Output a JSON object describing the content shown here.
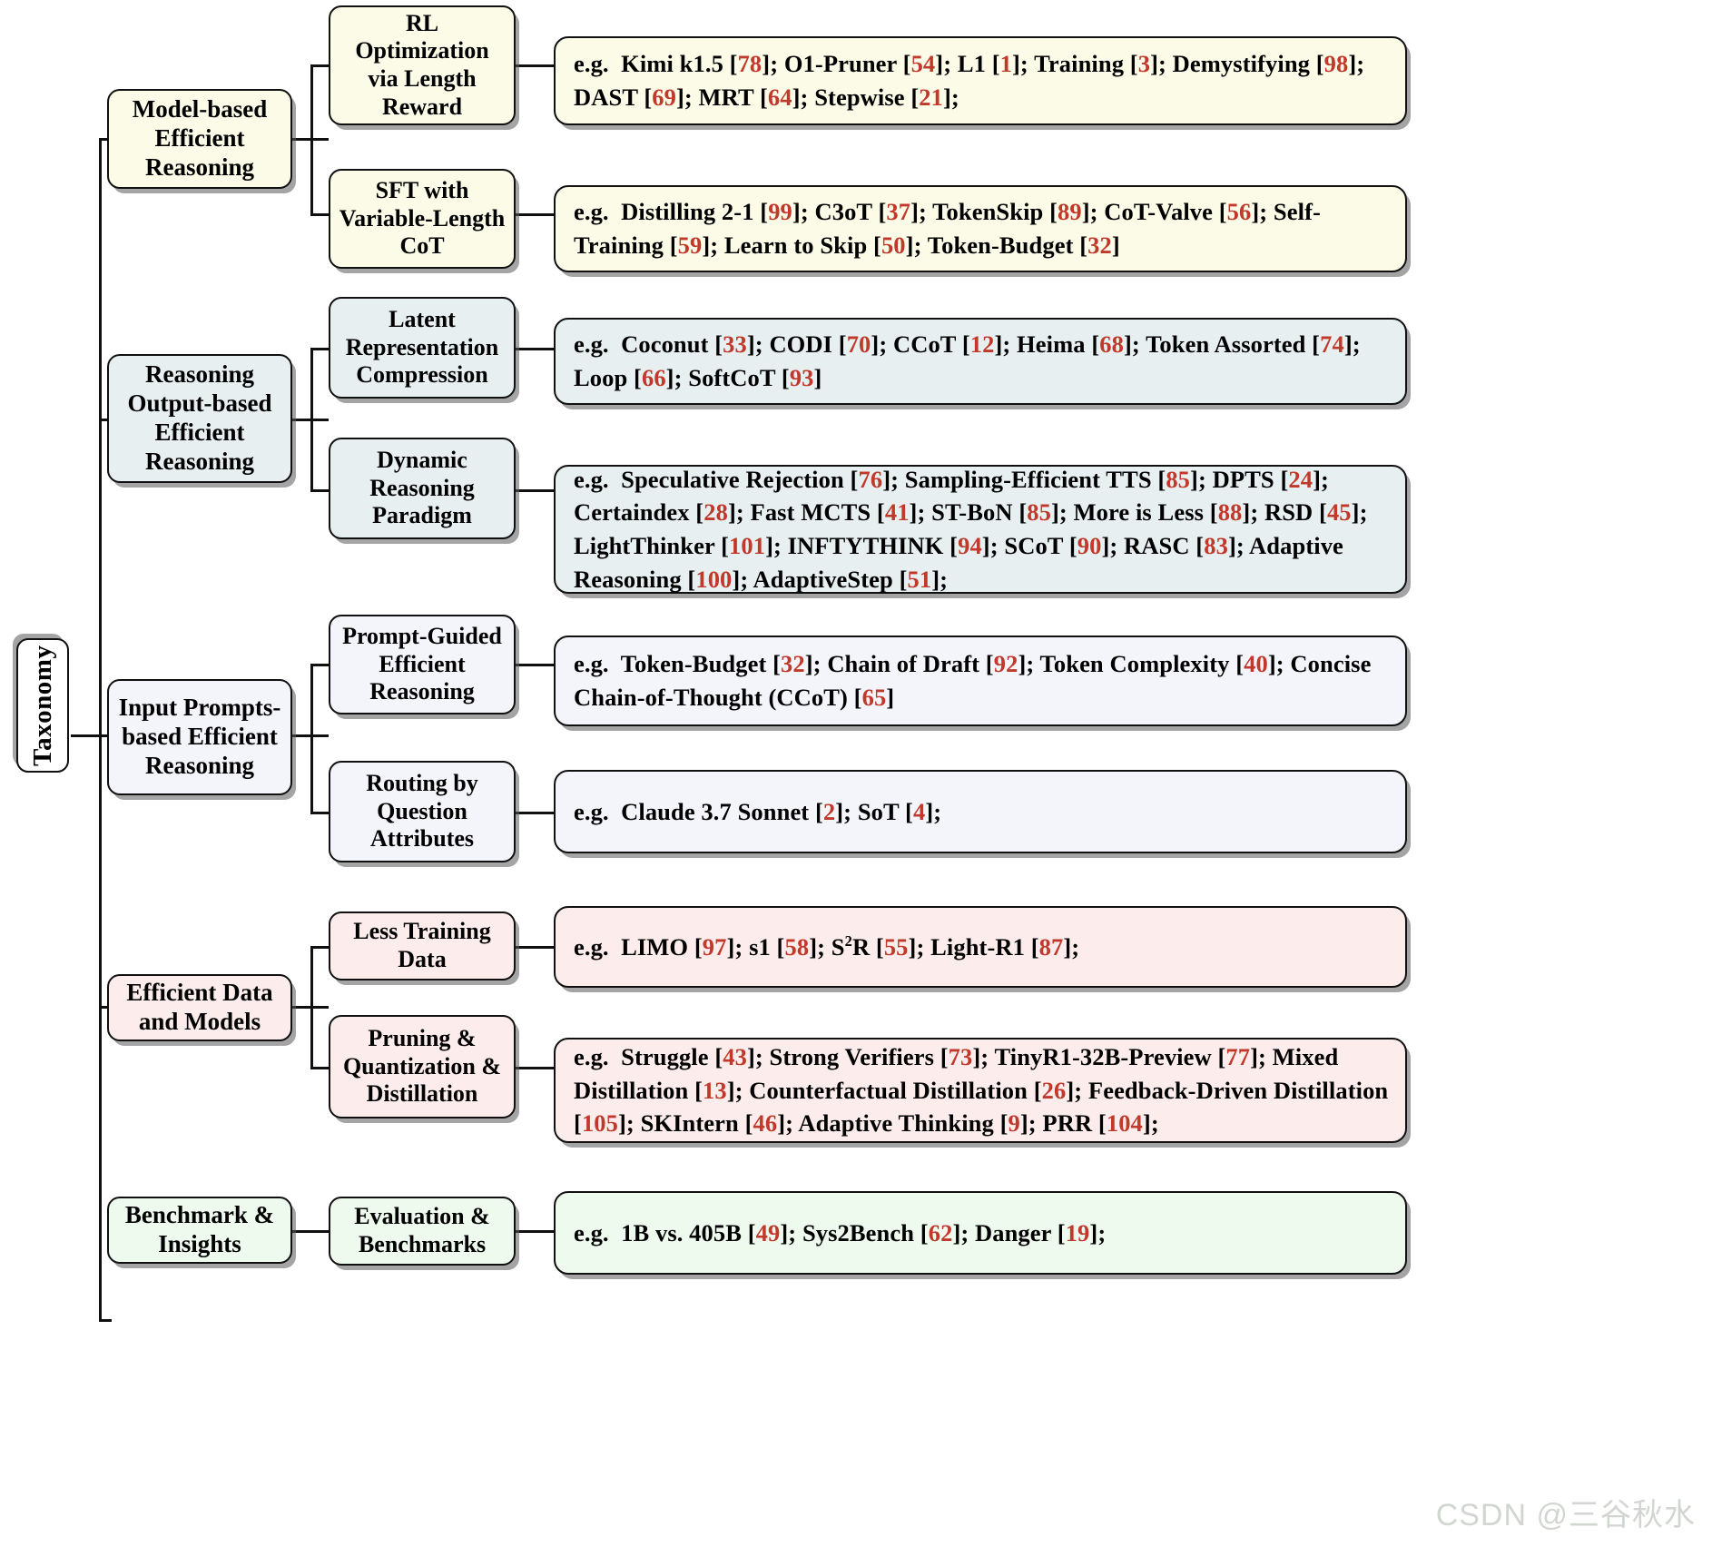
{
  "figure": {
    "root_label": "Taxonomy",
    "watermark": "CSDN @三谷秋水",
    "accent_reference_color": "#c0392b",
    "branch_colors": {
      "model_based": "#fbfbe8",
      "reasoning_output": "#e7eff1",
      "input_prompts": "#f4f4fb",
      "efficient_data": "#fceceb",
      "benchmark": "#effaef"
    }
  },
  "branches": [
    {
      "id": "model-based",
      "label": "Model-based Efficient Reasoning",
      "children": [
        {
          "id": "rl-optimization",
          "label": "RL Optimization via Length Reward",
          "content_prefix": "e.g.",
          "items": [
            {
              "name": "Kimi k1.5",
              "ref": "78"
            },
            {
              "name": "O1-Pruner",
              "ref": "54"
            },
            {
              "name": "L1",
              "ref": "1"
            },
            {
              "name": "Training",
              "ref": "3"
            },
            {
              "name": "Demystifying",
              "ref": "98"
            },
            {
              "name": "DAST",
              "ref": "69"
            },
            {
              "name": "MRT",
              "ref": "64"
            },
            {
              "name": "Stepwise",
              "ref": "21"
            }
          ]
        },
        {
          "id": "sft-variable-length",
          "label": "SFT with Variable-Length CoT",
          "content_prefix": "e.g.",
          "items": [
            {
              "name": "Distilling 2-1",
              "ref": "99"
            },
            {
              "name": "C3oT",
              "ref": "37"
            },
            {
              "name": "TokenSkip",
              "ref": "89"
            },
            {
              "name": "CoT-Valve",
              "ref": "56"
            },
            {
              "name": "Self-Training",
              "ref": "59"
            },
            {
              "name": "Learn to Skip",
              "ref": "50"
            },
            {
              "name": "Token-Budget",
              "ref": "32",
              "no_semicolon": true
            }
          ]
        }
      ]
    },
    {
      "id": "reasoning-output-based",
      "label": "Reasoning Output-based Efficient Reasoning",
      "children": [
        {
          "id": "latent-representation-compression",
          "label": "Latent Representation Compression",
          "content_prefix": "e.g.",
          "items": [
            {
              "name": "Coconut",
              "ref": "33"
            },
            {
              "name": "CODI",
              "ref": "70"
            },
            {
              "name": "CCoT",
              "ref": "12"
            },
            {
              "name": "Heima",
              "ref": "68"
            },
            {
              "name": "Token Assorted",
              "ref": "74"
            },
            {
              "name": "Loop",
              "ref": "66"
            },
            {
              "name": "SoftCoT",
              "ref": "93",
              "no_semicolon": true
            }
          ]
        },
        {
          "id": "dynamic-reasoning-paradigm",
          "label": "Dynamic Reasoning Paradigm",
          "content_prefix": "e.g.",
          "items": [
            {
              "name": "Speculative Rejection",
              "ref": "76"
            },
            {
              "name": "Sampling-Efficient TTS",
              "ref": "85"
            },
            {
              "name": "DPTS",
              "ref": "24"
            },
            {
              "name": "Certaindex",
              "ref": "28"
            },
            {
              "name": "Fast MCTS",
              "ref": "41"
            },
            {
              "name": "ST-BoN",
              "ref": "85"
            },
            {
              "name": "More is Less",
              "ref": "88"
            },
            {
              "name": "RSD",
              "ref": "45"
            },
            {
              "name": "LightThinker",
              "ref": "101"
            },
            {
              "name": "INFTYTHINK",
              "ref": "94"
            },
            {
              "name": "SCoT",
              "ref": "90"
            },
            {
              "name": "RASC",
              "ref": "83"
            },
            {
              "name": "Adaptive Reasoning",
              "ref": "100"
            },
            {
              "name": "AdaptiveStep",
              "ref": "51"
            }
          ]
        }
      ]
    },
    {
      "id": "input-prompts-based",
      "label": "Input Prompts-based Efficient Reasoning",
      "children": [
        {
          "id": "prompt-guided-efficient-reasoning",
          "label": "Prompt-Guided Efficient Reasoning",
          "content_prefix": "e.g.",
          "items": [
            {
              "name": "Token-Budget",
              "ref": "32"
            },
            {
              "name": "Chain of Draft",
              "ref": "92"
            },
            {
              "name": "Token Complexity",
              "ref": "40"
            },
            {
              "name": "Concise Chain-of-Thought (CCoT)",
              "ref": "65",
              "no_semicolon": true
            }
          ]
        },
        {
          "id": "routing-by-question-attributes",
          "label": "Routing by Question Attributes",
          "content_prefix": "e.g.",
          "items": [
            {
              "name": "Claude 3.7 Sonnet",
              "ref": "2"
            },
            {
              "name": "SoT",
              "ref": "4"
            }
          ]
        }
      ]
    },
    {
      "id": "efficient-data-and-models",
      "label": "Efficient Data and Models",
      "children": [
        {
          "id": "less-training-data",
          "label": "Less Training Data",
          "content_prefix": "e.g.",
          "items": [
            {
              "name": "LIMO",
              "ref": "97"
            },
            {
              "name": "s1",
              "ref": "58"
            },
            {
              "name": "S<sup>2</sup>R",
              "ref": "55",
              "html": true
            },
            {
              "name": "Light-R1",
              "ref": "87"
            }
          ]
        },
        {
          "id": "pruning-quantization-distillation",
          "label": "Pruning & Quantization & Distillation",
          "content_prefix": "e.g.",
          "items": [
            {
              "name": "Struggle",
              "ref": "43"
            },
            {
              "name": "Strong Verifiers",
              "ref": "73"
            },
            {
              "name": "TinyR1-32B-Preview",
              "ref": "77"
            },
            {
              "name": "Mixed Distillation",
              "ref": "13"
            },
            {
              "name": "Counterfactual Distillation",
              "ref": "26"
            },
            {
              "name": "Feedback-Driven Distillation",
              "ref": "105"
            },
            {
              "name": "SKIntern",
              "ref": "46"
            },
            {
              "name": "Adaptive Thinking",
              "ref": "9"
            },
            {
              "name": "PRR",
              "ref": "104"
            }
          ]
        }
      ]
    },
    {
      "id": "benchmark-and-insights",
      "label": "Benchmark & Insights",
      "children": [
        {
          "id": "evaluation-and-benchmarks",
          "label": "Evaluation & Benchmarks",
          "content_prefix": "e.g.",
          "items": [
            {
              "name": "1B vs. 405B",
              "ref": "49"
            },
            {
              "name": "Sys2Bench",
              "ref": "62"
            },
            {
              "name": "Danger",
              "ref": "19"
            }
          ]
        }
      ]
    }
  ]
}
